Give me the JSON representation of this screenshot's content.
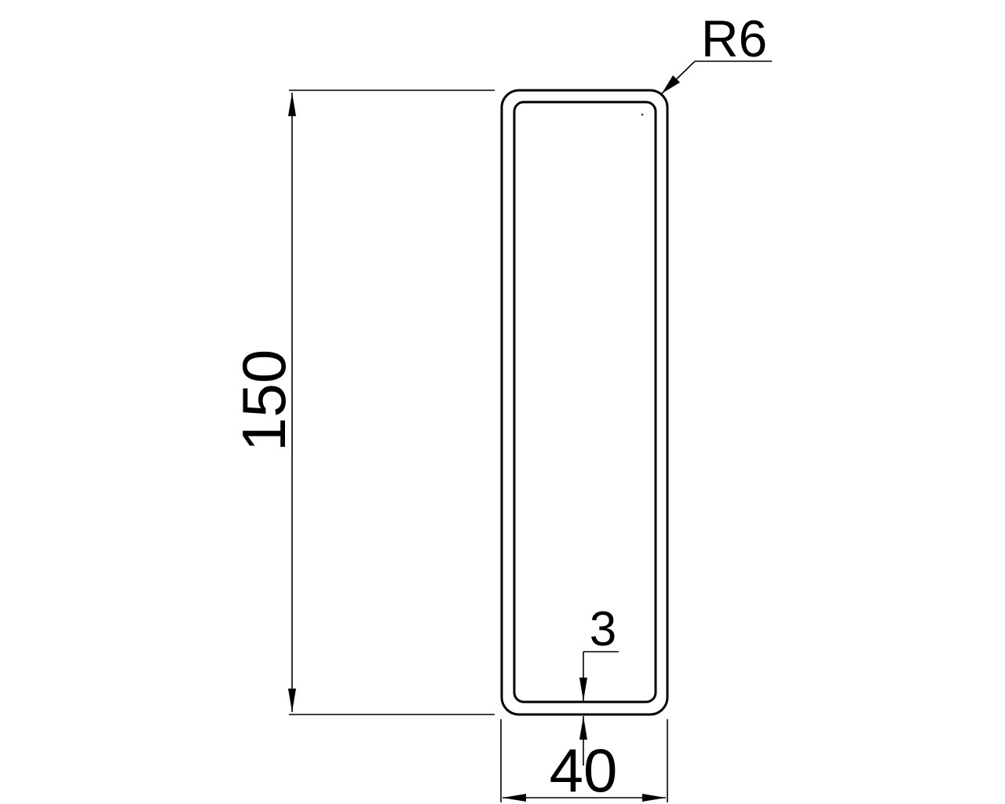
{
  "drawing": {
    "type": "rectangular hollow section cross-section",
    "colors": {
      "line": "#000000",
      "background": "#ffffff"
    },
    "dimensions": {
      "height": {
        "label": "150",
        "value": 150
      },
      "width": {
        "label": "40",
        "value": 40
      },
      "thickness": {
        "label": "3",
        "value": 3
      },
      "corner_radius": {
        "label": "R6",
        "value": 6
      }
    }
  }
}
